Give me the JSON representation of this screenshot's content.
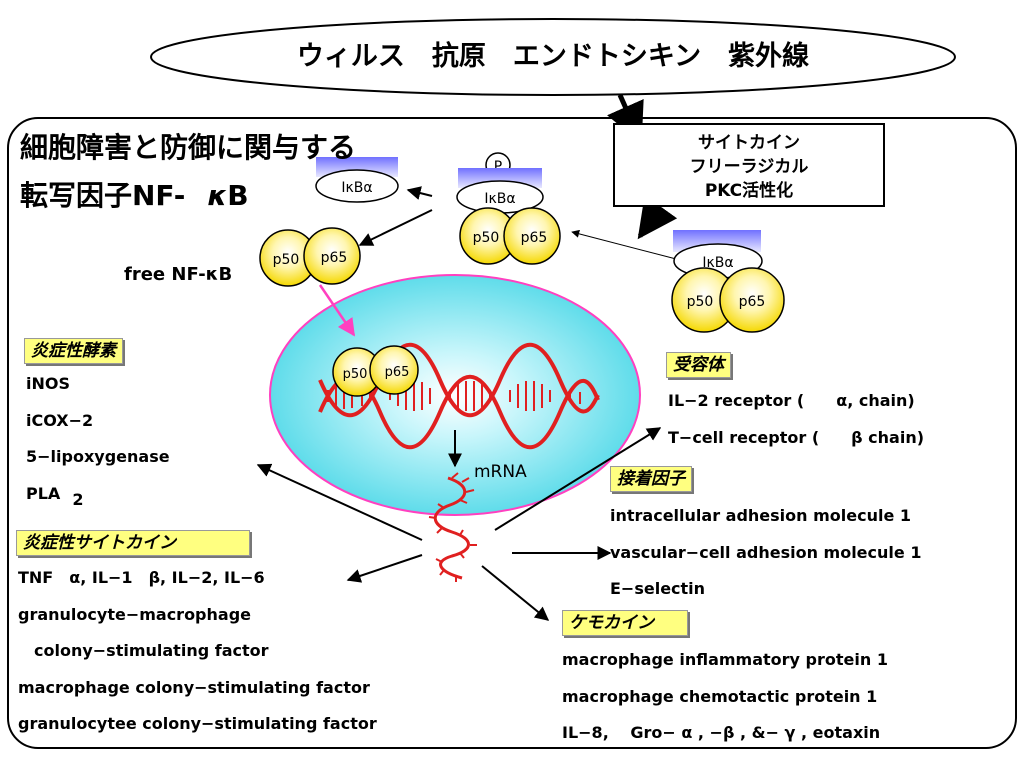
{
  "stimulus": "ウィルス　抗原　エンドトシキン　紫外線",
  "title": {
    "line1": "細胞障害と防御に関与する",
    "line2_prefix": "転写因子NF-",
    "line2_kappa": "κ",
    "line2_suffix": "B"
  },
  "free_nfkb": "free NF-κB",
  "mrna": "mRNA",
  "signal_box": [
    "サイトカイン",
    "フリーラジカル",
    "PKC活性化"
  ],
  "molecules": {
    "ikb": "IκBα",
    "p": "P",
    "p50": "p50",
    "p65": "p65"
  },
  "left_groups": [
    {
      "heading": "炎症性酵素",
      "items": [
        "iNOS",
        "iCOX−2",
        "5−lipoxygenase",
        "PLA"
      ],
      "subscript": "2"
    },
    {
      "heading": "炎症性サイトカイン",
      "items": [
        "TNF　α, IL−1　β, IL−2, IL−6",
        "granulocyte−macrophage",
        "　colony−stimulating factor",
        "macrophage colony−stimulating factor",
        "granulocytee colony−stimulating factor"
      ]
    }
  ],
  "right_groups": [
    {
      "heading": "受容体",
      "items": [
        "IL−2 receptor (　　α, chain)",
        "T−cell receptor (　　β chain)"
      ]
    },
    {
      "heading": "接着因子",
      "items": [
        "intracellular adhesion molecule 1",
        "vascular−cell adhesion molecule 1",
        "E−selectin"
      ]
    },
    {
      "heading": "ケモカイン",
      "items": [
        "macrophage inflammatory protein 1",
        "macrophage chemotactic protein 1",
        "IL−8,　 Gro− α , −β , &− γ , eotaxin"
      ]
    }
  ],
  "colors": {
    "protein_fill": "#ffe640",
    "ikb_band": "#8080ff",
    "nucleus_border": "#ff40c0",
    "dna": "#e02020",
    "heading_bg": "#ffff80"
  }
}
